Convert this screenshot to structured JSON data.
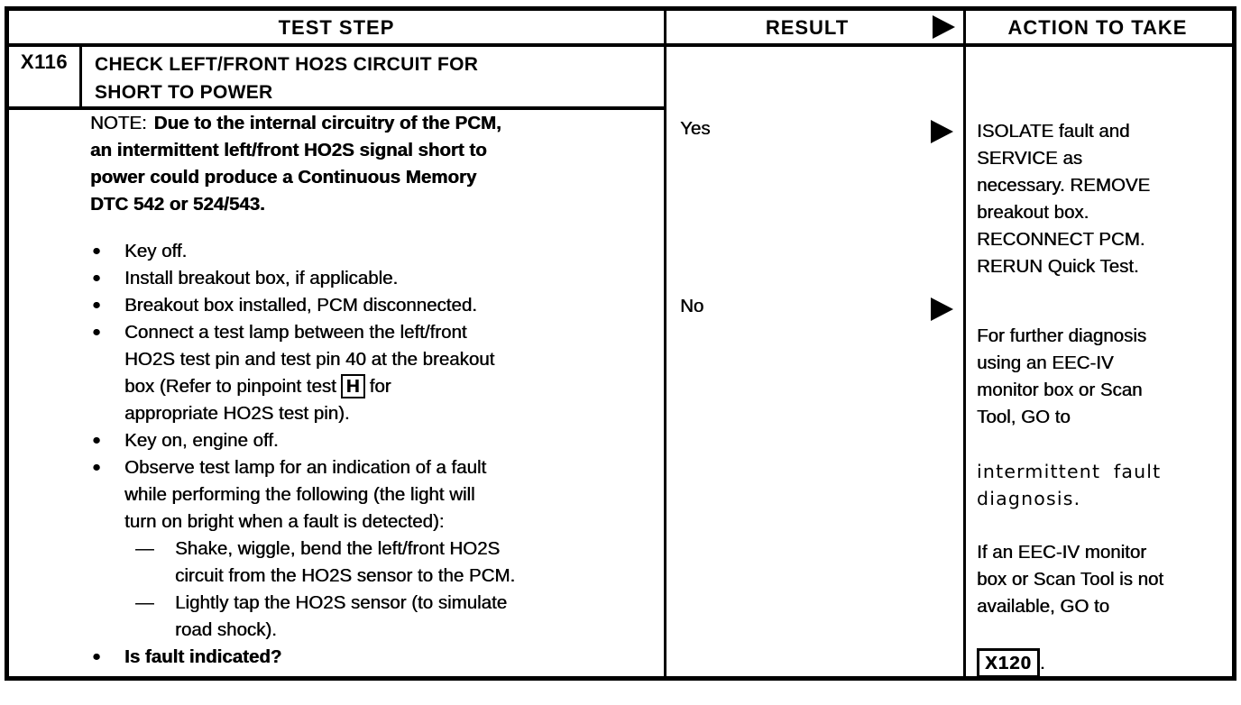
{
  "header": {
    "test_step": "TEST STEP",
    "result": "RESULT",
    "action": "ACTION TO TAKE"
  },
  "glyphs": {
    "bullet": "●",
    "dash": "—"
  },
  "test_step": {
    "id": "X116",
    "title": "CHECK LEFT/FRONT HO2S CIRCUIT FOR\nSHORT TO POWER",
    "note_label": "NOTE:",
    "note_text": "Due to the internal circuitry of the PCM,\nan intermittent left/front HO2S signal short to\npower could produce a Continuous Memory\nDTC 542 or 524/543.",
    "bullets": {
      "b1": "Key off.",
      "b2": "Install breakout box, if applicable.",
      "b3": "Breakout box installed, PCM disconnected.",
      "b4_pre": "Connect a test lamp between the left/front\nHO2S test pin and test pin 40 at the breakout\nbox (Refer to pinpoint test",
      "b4_box": "H",
      "b4_post": "for\nappropriate HO2S test pin).",
      "b5": "Key on, engine off.",
      "b6": "Observe test lamp for an indication of a fault\nwhile performing the following (the light will\nturn on bright when a fault is detected):",
      "sub1": "Shake, wiggle, bend the left/front HO2S\ncircuit from the HO2S sensor to the PCM.",
      "sub2": "Lightly tap the HO2S sensor (to simulate\nroad shock).",
      "b7": "Is fault indicated?"
    }
  },
  "result": {
    "yes": "Yes",
    "no": "No"
  },
  "action": {
    "yes_text": "ISOLATE fault and\nSERVICE as\nnecessary. REMOVE\nbreakout box.\nRECONNECT PCM.\nRERUN Quick Test.",
    "no_text_1": "For further diagnosis\nusing an EEC-IV\nmonitor box or Scan\nTool, GO to",
    "no_text_light": "intermittent fault\ndiagnosis.",
    "no_text_2": "If an EEC-IV monitor\nbox or Scan Tool is not\navailable, GO to",
    "no_box_label": "X120",
    "no_box_suffix": "."
  }
}
